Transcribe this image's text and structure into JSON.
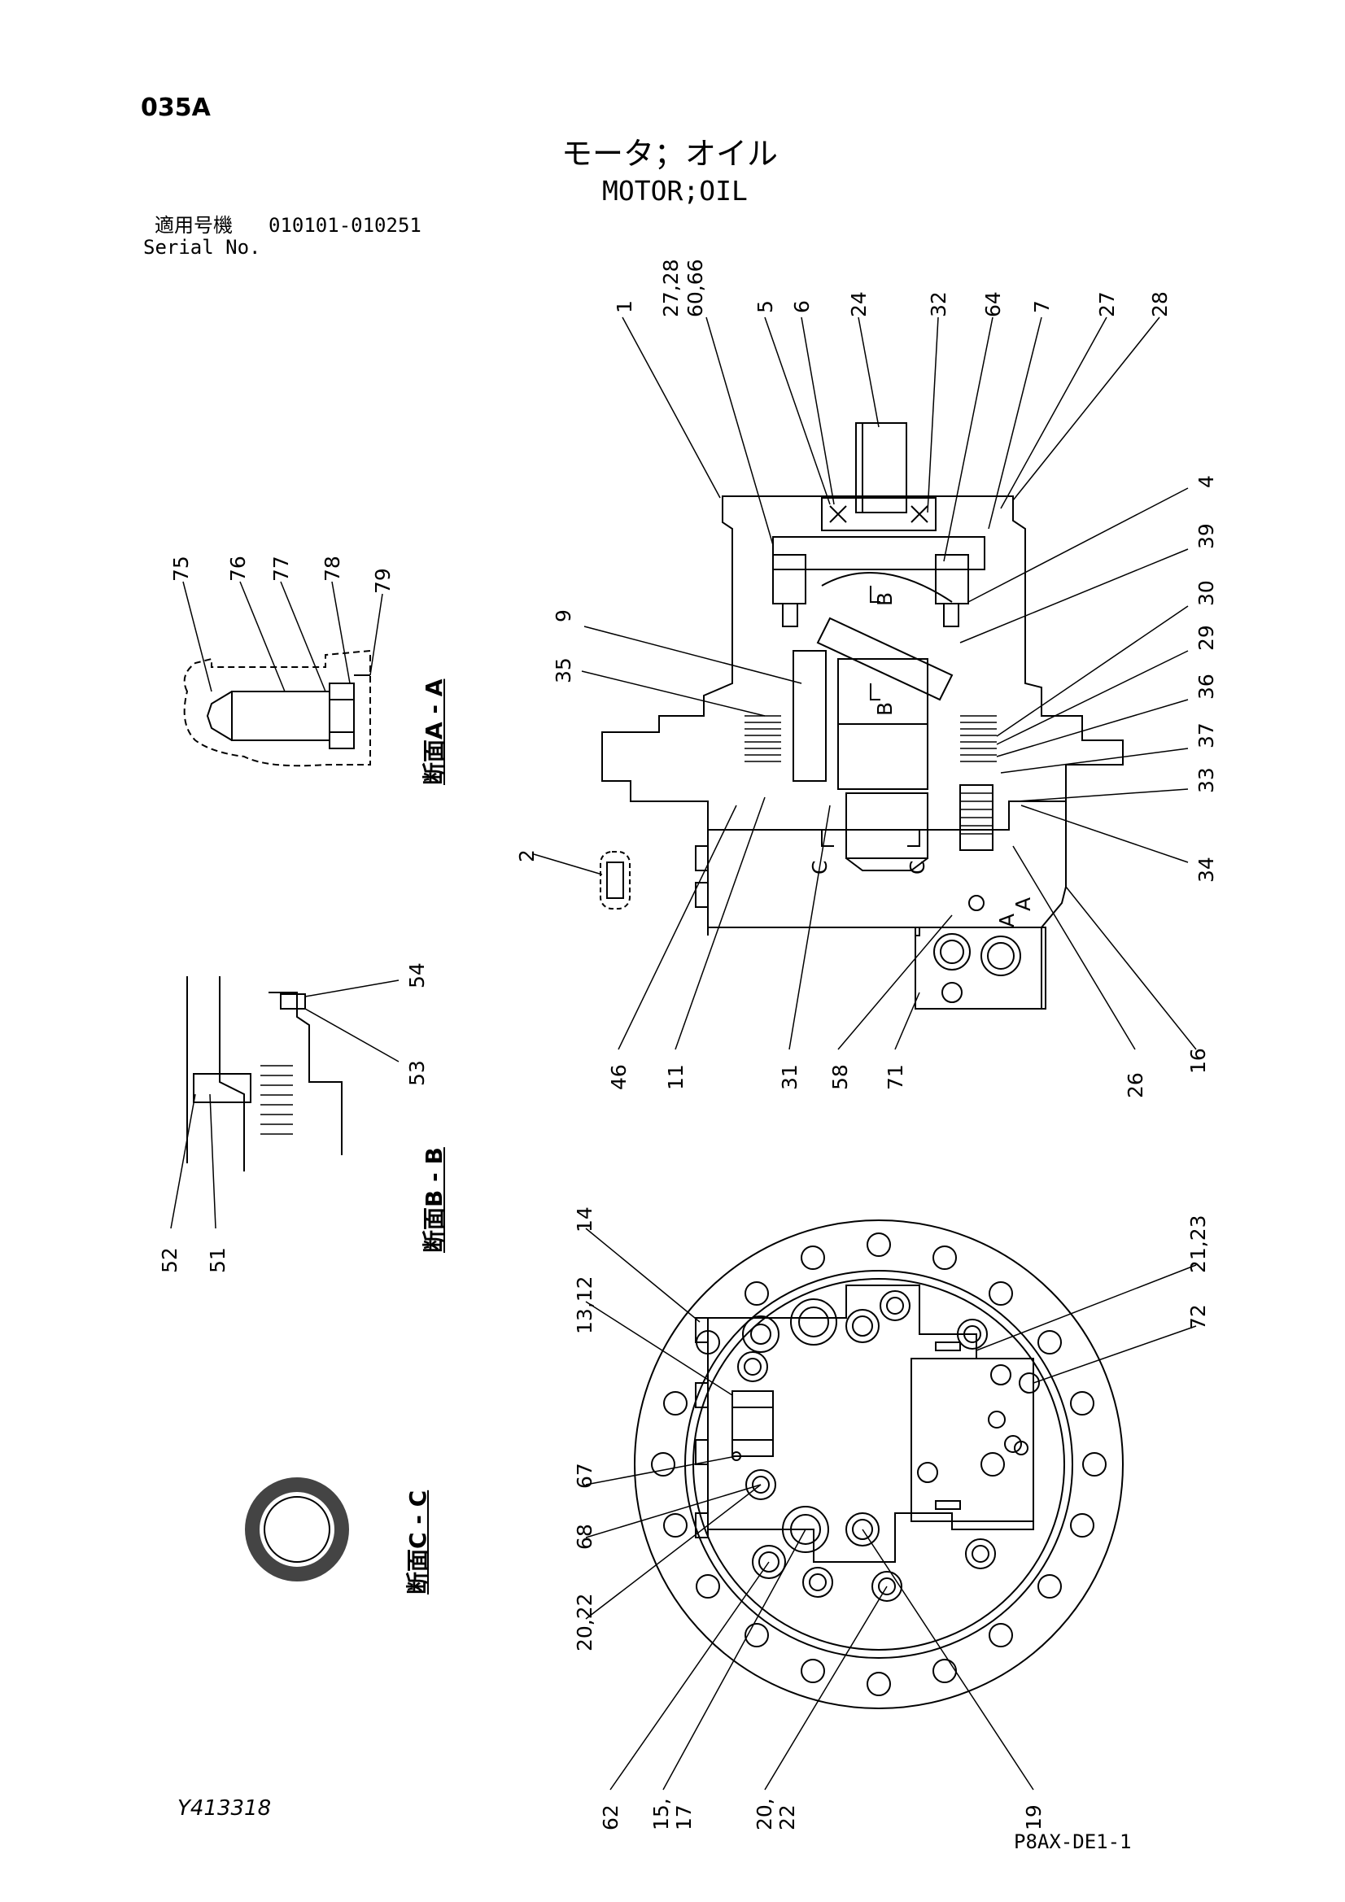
{
  "page": {
    "code": "035A",
    "doc_number": "Y413318",
    "page_ref": "P8AX-DE1-1"
  },
  "title": {
    "japanese": "モータ；オイル",
    "english": "MOTOR;OIL"
  },
  "serial": {
    "label_jp": "適用号機",
    "label_en": "Serial No.",
    "range": "010101-010251"
  },
  "sections": {
    "aa": "断面A - A",
    "bb": "断面B - B",
    "cc": "断面C - C"
  },
  "section_marks": {
    "a": "A",
    "b": "B",
    "c": "C"
  },
  "callouts": {
    "main_top": [
      "1",
      "27,28\n60,66",
      "5",
      "6",
      "24",
      "32",
      "64",
      "7",
      "27",
      "28"
    ],
    "main_right": [
      "4",
      "39",
      "30",
      "29",
      "36",
      "37",
      "33",
      "34"
    ],
    "main_left": [
      "9",
      "35",
      "2"
    ],
    "main_bottom": [
      "46",
      "11",
      "31",
      "58",
      "71",
      "26",
      "16"
    ],
    "section_aa": [
      "75",
      "76",
      "77",
      "78",
      "79"
    ],
    "section_bb": [
      "54",
      "53",
      "52",
      "51"
    ],
    "bottom_view": [
      "14",
      "13,12",
      "67",
      "68",
      "20,22",
      "21,23",
      "72",
      "62",
      "15,\n17",
      "20,\n22",
      "19"
    ]
  },
  "labels": {
    "c1": "1",
    "c2728": "27,28",
    "c6066": "60,66",
    "c5": "5",
    "c6": "6",
    "c24": "24",
    "c32": "32",
    "c64": "64",
    "c7": "7",
    "c27": "27",
    "c28": "28",
    "c4": "4",
    "c39": "39",
    "c30": "30",
    "c29": "29",
    "c36": "36",
    "c37": "37",
    "c33": "33",
    "c34": "34",
    "c9": "9",
    "c35": "35",
    "c2": "2",
    "c46": "46",
    "c11": "11",
    "c31": "31",
    "c58": "58",
    "c71": "71",
    "c26": "26",
    "c16": "16",
    "c75": "75",
    "c76": "76",
    "c77": "77",
    "c78": "78",
    "c79": "79",
    "c54": "54",
    "c53": "53",
    "c52": "52",
    "c51": "51",
    "c14": "14",
    "c1312": "13,12",
    "c67": "67",
    "c68": "68",
    "c2022a": "20,22",
    "c2123": "21,23",
    "c72": "72",
    "c62": "62",
    "c1517a": "15,",
    "c1517b": "17",
    "c2022b1": "20,",
    "c2022b2": "22",
    "c19": "19"
  }
}
